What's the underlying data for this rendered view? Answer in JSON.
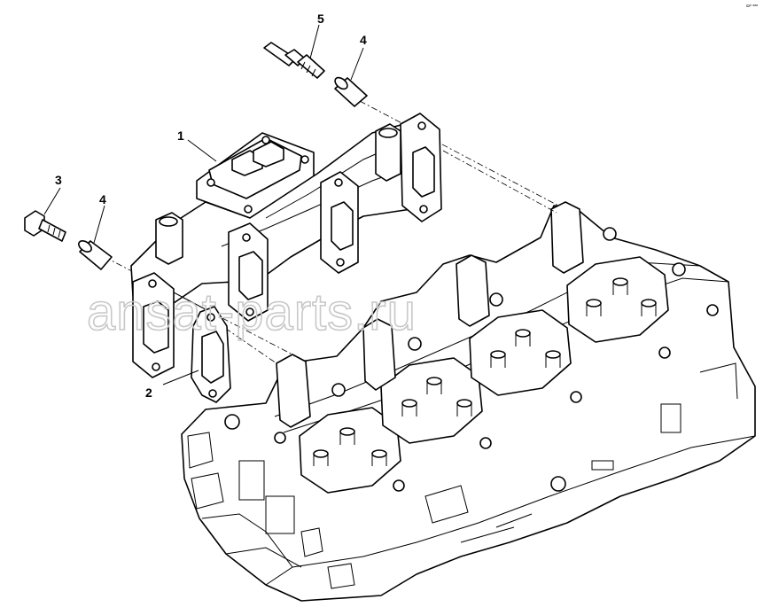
{
  "diagram": {
    "callouts": [
      {
        "id": "c1",
        "label": "1"
      },
      {
        "id": "c2",
        "label": "2"
      },
      {
        "id": "c3",
        "label": "3"
      },
      {
        "id": "c4a",
        "label": "4"
      },
      {
        "id": "c4b",
        "label": "4"
      },
      {
        "id": "c5",
        "label": "5"
      }
    ],
    "watermark": "ansat-parts.ru",
    "corner_mark": "ɷ⁸ ᵃᵃᵃ"
  }
}
